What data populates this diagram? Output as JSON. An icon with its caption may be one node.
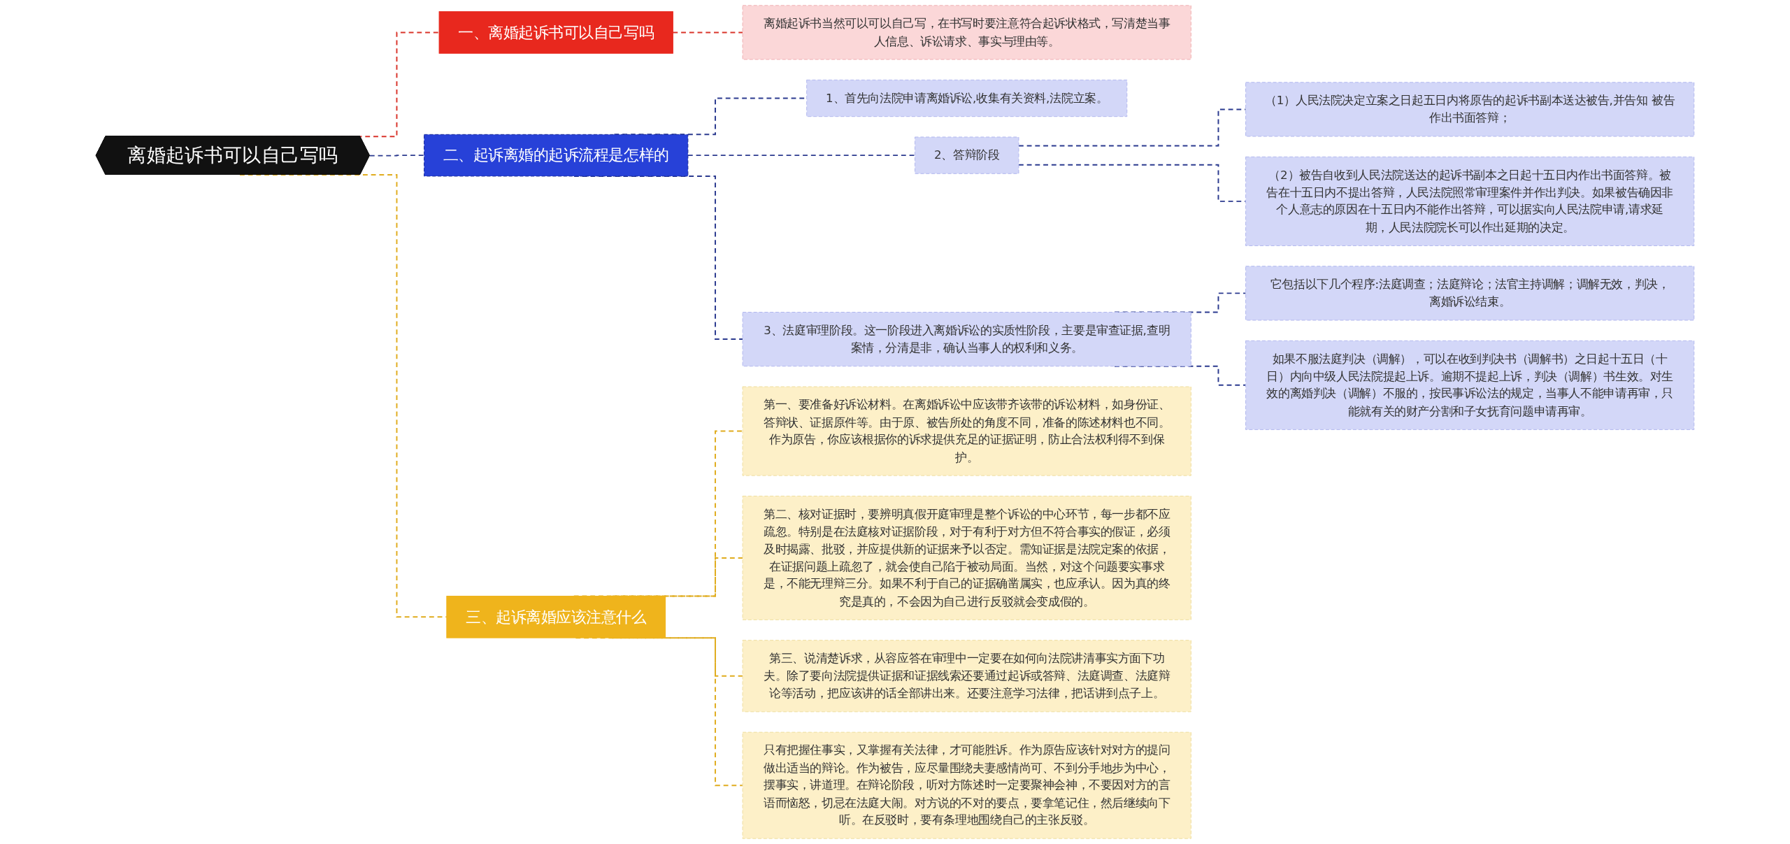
{
  "diagram": {
    "nodes": [
      {
        "text": [
          "离婚起诉书可以自己写吗"
        ]
      },
      {
        "text": [
          "一、离婚起诉书可以自己写吗"
        ]
      },
      {
        "text": [
          "离婚起诉书当然可以可以自己写，在书写时要注意符合起诉状格式，写清楚当事人信息、诉讼请求、事实与理由等。"
        ]
      },
      {
        "text": [
          "二、起诉离婚的起诉流程是怎样的"
        ]
      },
      {
        "text": [
          "1、首先向法院申请离婚诉讼,收集有关资料,法院立案。"
        ]
      },
      {
        "text": [
          "2、答辩阶段"
        ]
      },
      {
        "text": [
          "（1）人民法院决定立案之日起五日内将原告的起诉书副本送达被告,并告知 被告作出书面答辩；"
        ]
      },
      {
        "text": [
          "（2）被告自收到人民法院送达的起诉书副本之日起十五日内作出书面答辩。被告在十五日内不提出答辩，人民法院照常审理案件并作出判决。如果被告确因非个人意志的原因在十五日内不能作出答辩，可以据实向人民法院申请,请求延期，人民法院院长可以作出延期的决定。"
        ]
      },
      {
        "text": [
          "3、法庭审理阶段。这一阶段进入离婚诉讼的实质性阶段，主要是审查证据,查明案情，分清是非，确认当事人的权利和义务。"
        ]
      },
      {
        "text": [
          "它包括以下几个程序:法庭调查；法庭辩论；法官主持调解；调解无效，判决，离婚诉讼结束。"
        ]
      },
      {
        "text": [
          "如果不服法庭判决（调解），可以在收到判决书（调解书）之日起十五日（十日）内向中级人民法院提起上诉。逾期不提起上诉，判决（调解）书生效。对生效的离婚判决（调解）不服的，按民事诉讼法的规定，当事人不能申请再审，只能就有关的财产分割和子女抚育问题申请再审。"
        ]
      },
      {
        "text": [
          "三、起诉离婚应该注意什么"
        ]
      },
      {
        "text": [
          "第一、要准备好诉讼材料。在离婚诉讼中应该带齐该带的诉讼材料，如身份证、答辩状、证据原件等。由于原、被告所处的角度不同，准备的陈述材料也不同。作为原告，你应该根据你的诉求提供充足的证据证明，防止合法权利得不到保护。"
        ]
      },
      {
        "text": [
          "第二、核对证据时，要辨明真假开庭审理是整个诉讼的中心环节，每一步都不应疏忽。特别是在法庭核对证据阶段，对于有利于对方但不符合事实的假证，必须及时揭露、批驳，并应提供新的证据来予以否定。需知证据是法院定案的依据，在证据问题上疏忽了，就会使自己陷于被动局面。当然，对这个问题要实事求是，不能无理辩三分。如果不利于自己的证据确凿属实，也应承认。因为真的终究是真的，不会因为自己进行反驳就会变成假的。"
        ]
      },
      {
        "text": [
          "第三、说清楚诉求，从容应答在审理中一定要在如何向法院讲清事实方面下功夫。除了要向法院提供证据和证据线索还要通过起诉或答辩、法庭调查、法庭辩论等活动，把应该讲的话全部讲出来。还要注意学习法律，把话讲到点子上。"
        ]
      },
      {
        "text": [
          "只有把握住事实，又掌握有关法律，才可能胜诉。作为原告应该针对对方的提问做出适当的辩论。作为被告，应尽量围绕夫妻感情尚可、不到分手地步为中心，摆事实，讲道理。在辩论阶段，听对方陈述时一定要聚神会神，不要因对方的言语而恼怒，切忌在法庭大闹。对方说的不对的要点，要拿笔记住，然后继续向下听。在反驳时，要有条理地围绕自己的主张反驳。"
        ]
      }
    ],
    "edges": [
      {
        "from": 0,
        "to": 1,
        "arrow": "none",
        "style": "dashed",
        "color": "#d9342b"
      },
      {
        "from": 1,
        "to": 2,
        "arrow": "none",
        "style": "dashed",
        "color": "#d9342b"
      },
      {
        "from": 0,
        "to": 3,
        "arrow": "none",
        "style": "dashed"
      },
      {
        "from": 3,
        "to": 4,
        "arrow": "none",
        "style": "dashed"
      },
      {
        "from": 3,
        "to": 5,
        "arrow": "none",
        "style": "dashed"
      },
      {
        "from": 5,
        "to": 6,
        "arrow": "none",
        "style": "dashed"
      },
      {
        "from": 5,
        "to": 7,
        "arrow": "none",
        "style": "dashed"
      },
      {
        "from": 3,
        "to": 8,
        "arrow": "none",
        "style": "dashed"
      },
      {
        "from": 8,
        "to": 9,
        "arrow": "none",
        "style": "dashed"
      },
      {
        "from": 8,
        "to": 10,
        "arrow": "none",
        "style": "dashed"
      },
      {
        "from": 0,
        "to": 11,
        "arrow": "none",
        "style": "dashed",
        "color": "#e0ac1e"
      },
      {
        "from": 11,
        "to": 12,
        "arrow": "none",
        "style": "dashed",
        "color": "#e0ac1e"
      },
      {
        "from": 11,
        "to": 13,
        "arrow": "none",
        "style": "dashed",
        "color": "#e0ac1e"
      },
      {
        "from": 11,
        "to": 14,
        "arrow": "none",
        "style": "dashed",
        "color": "#e0ac1e"
      },
      {
        "from": 11,
        "to": 15,
        "arrow": "none",
        "style": "dashed",
        "color": "#e0ac1e"
      }
    ]
  }
}
